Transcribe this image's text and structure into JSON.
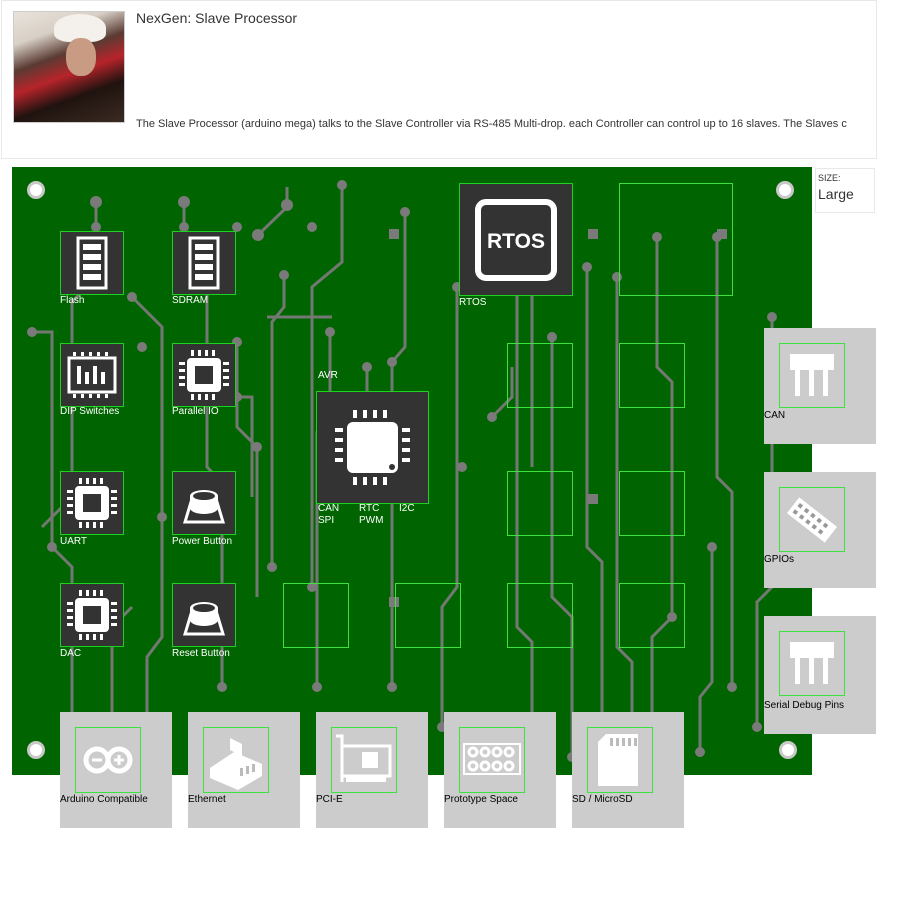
{
  "header": {
    "title": "NexGen: Slave Processor",
    "description": "The Slave Processor (arduino mega) talks to the Slave Controller via RS-485 Multi-drop. each Controller can control up to 16 slaves. The Slaves c"
  },
  "size": {
    "label": "SIZE:",
    "value": "Large"
  },
  "board": {
    "color": "#006400",
    "components": {
      "flash": "Flash",
      "sdram": "SDRAM",
      "rtos": "RTOS",
      "rtos_icon_text": "RTOS",
      "dip": "DIP Switches",
      "parallel": "Parallel IO",
      "avr": "AVR",
      "uart": "UART",
      "power": "Power Button",
      "dac": "DAC",
      "reset": "Reset Button",
      "avr_can": "CAN",
      "avr_spi": "SPI",
      "avr_rtc": "RTC",
      "avr_pwm": "PWM",
      "avr_i2c": "I2C"
    }
  },
  "side_panels": {
    "can": "CAN",
    "gpios": "GPIOs",
    "serial": "Serial Debug Pins"
  },
  "bottom_panels": {
    "arduino": "Arduino Compatible",
    "ethernet": "Ethernet",
    "pcie": "PCI-E",
    "proto": "Prototype Space",
    "sd": "SD / MicroSD"
  }
}
